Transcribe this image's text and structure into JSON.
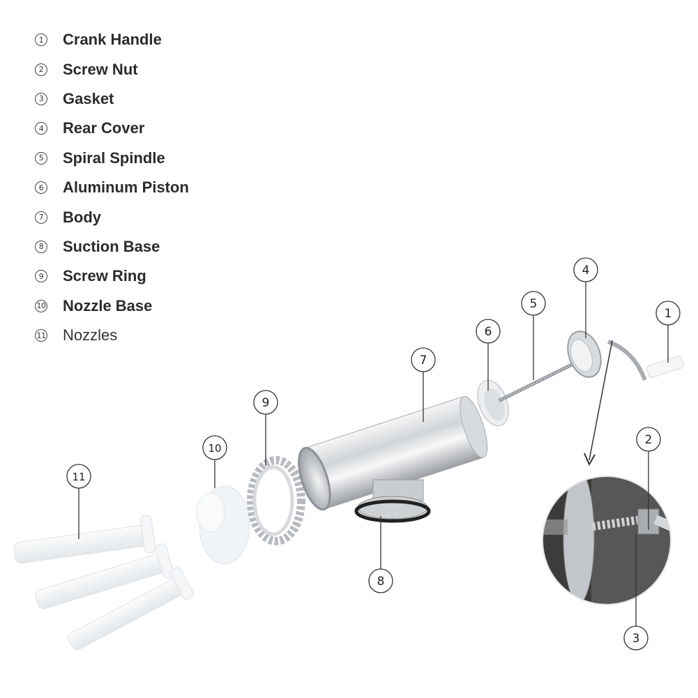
{
  "legend": [
    {
      "number": "1",
      "label": "Crank Handle"
    },
    {
      "number": "2",
      "label": "Screw Nut"
    },
    {
      "number": "3",
      "label": "Gasket"
    },
    {
      "number": "4",
      "label": "Rear Cover"
    },
    {
      "number": "5",
      "label": "Spiral Spindle"
    },
    {
      "number": "6",
      "label": "Aluminum Piston"
    },
    {
      "number": "7",
      "label": "Body"
    },
    {
      "number": "8",
      "label": "Suction Base"
    },
    {
      "number": "9",
      "label": "Screw Ring"
    },
    {
      "number": "10",
      "label": "Nozzle Base"
    },
    {
      "number": "11",
      "label": "Nozzles"
    }
  ],
  "callouts": {
    "c1": "1",
    "c2": "2",
    "c3": "3",
    "c4": "4",
    "c5": "5",
    "c6": "6",
    "c7": "7",
    "c8": "8",
    "c9": "9",
    "c10": "10",
    "c11": "11"
  },
  "colors": {
    "metal": "#c9ccd0",
    "metal_dark": "#8e9196",
    "plastic": "#eef1f3",
    "rubber": "#222222",
    "zoom_bg": "#5a5a5a"
  }
}
